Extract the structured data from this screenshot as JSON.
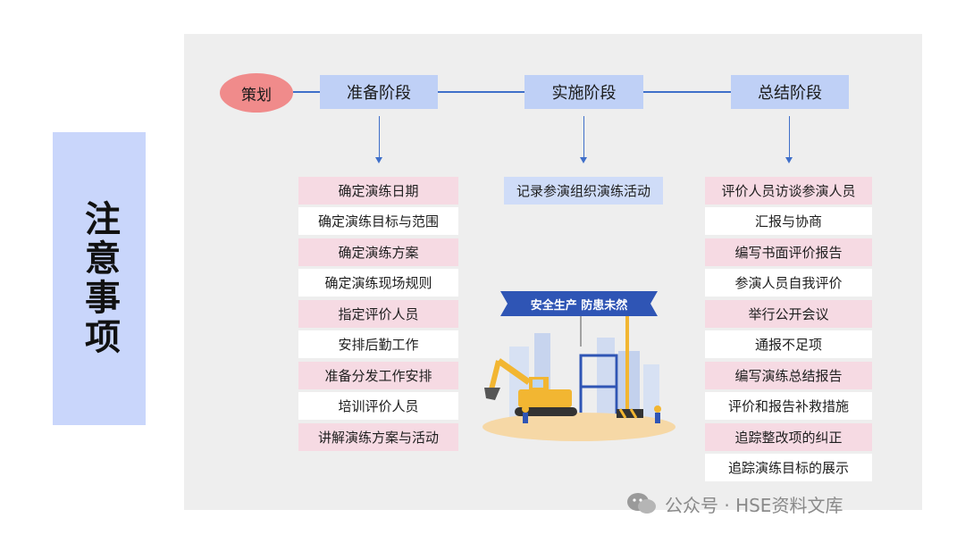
{
  "side_title": "注意事项",
  "start_node": "策划",
  "stages": [
    {
      "label": "准备阶段",
      "items": [
        "确定演练日期",
        "确定演练目标与范围",
        "确定演练方案",
        "确定演练现场规则",
        "指定评价人员",
        "安排后勤工作",
        "准备分发工作安排",
        "培训评价人员",
        "讲解演练方案与活动"
      ]
    },
    {
      "label": "实施阶段",
      "items": [
        "记录参演组织演练活动"
      ]
    },
    {
      "label": "总结阶段",
      "items": [
        "评价人员访谈参演人员",
        "汇报与协商",
        "编写书面评价报告",
        "参演人员自我评价",
        "举行公开会议",
        "通报不足项",
        "编写演练总结报告",
        "评价和报告补救措施",
        "追踪整改项的纠正",
        "追踪演练目标的展示"
      ]
    }
  ],
  "illustration": {
    "banner_text": "安全生产 防患未然",
    "icon": "construction-site-illustration"
  },
  "watermark": {
    "text": "公众号 · HSE资料文库",
    "icon": "wechat-icon"
  },
  "colors": {
    "side_bg": "#c9d6fb",
    "panel_bg": "#eeeeee",
    "stage_bg": "#bfd0f6",
    "oval_bg": "#f08b8b",
    "pink_row": "#f6dae3",
    "connector": "#3f6fc9"
  }
}
